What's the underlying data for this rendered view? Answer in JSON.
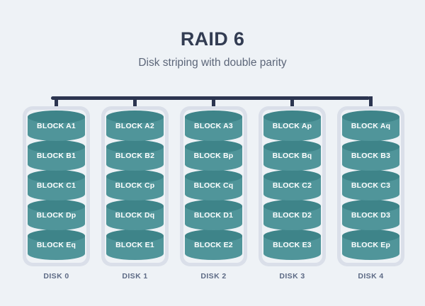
{
  "header": {
    "title": "RAID 6",
    "subtitle": "Disk striping with double parity"
  },
  "colors": {
    "background": "#eef2f6",
    "title": "#323c52",
    "subtitle": "#5c6679",
    "bus": "#2c3550",
    "casing": "#dadfe9",
    "cylinder_body": "#50959a",
    "cylinder_top": "#3e8489",
    "block_label": "#ffffff",
    "disk_label": "#5d6a85"
  },
  "diagram": {
    "type": "raid-6-layout",
    "stripe_rows": [
      "A",
      "B",
      "C",
      "D",
      "E"
    ],
    "disks": [
      {
        "name": "DISK 0",
        "blocks": [
          {
            "label": "BLOCK A1"
          },
          {
            "label": "BLOCK B1"
          },
          {
            "label": "BLOCK C1"
          },
          {
            "label": "BLOCK Dp"
          },
          {
            "label": "BLOCK Eq"
          }
        ]
      },
      {
        "name": "DISK 1",
        "blocks": [
          {
            "label": "BLOCK A2"
          },
          {
            "label": "BLOCK B2"
          },
          {
            "label": "BLOCK Cp"
          },
          {
            "label": "BLOCK Dq"
          },
          {
            "label": "BLOCK E1"
          }
        ]
      },
      {
        "name": "DISK 2",
        "blocks": [
          {
            "label": "BLOCK A3"
          },
          {
            "label": "BLOCK Bp"
          },
          {
            "label": "BLOCK Cq"
          },
          {
            "label": "BLOCK D1"
          },
          {
            "label": "BLOCK E2"
          }
        ]
      },
      {
        "name": "DISK 3",
        "blocks": [
          {
            "label": "BLOCK Ap"
          },
          {
            "label": "BLOCK Bq"
          },
          {
            "label": "BLOCK C2"
          },
          {
            "label": "BLOCK D2"
          },
          {
            "label": "BLOCK E3"
          }
        ]
      },
      {
        "name": "DISK 4",
        "blocks": [
          {
            "label": "BLOCK Aq"
          },
          {
            "label": "BLOCK B3"
          },
          {
            "label": "BLOCK C3"
          },
          {
            "label": "BLOCK D3"
          },
          {
            "label": "BLOCK Ep"
          }
        ]
      }
    ]
  }
}
